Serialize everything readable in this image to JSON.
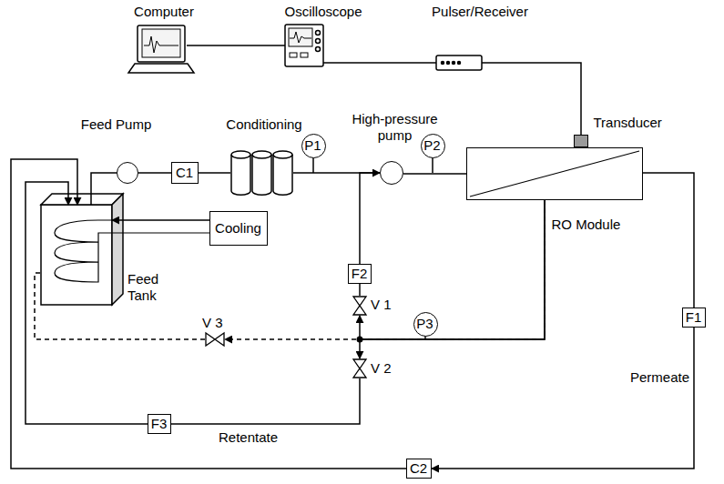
{
  "diagram": {
    "nodes": [
      {
        "text": [
          "Computer"
        ]
      },
      {
        "text": [
          "Oscilloscope"
        ]
      },
      {
        "text": [
          "Pulser/Receiver"
        ]
      },
      {
        "text": [
          "Feed Pump"
        ]
      },
      {
        "text": [
          "C1"
        ]
      },
      {
        "text": [
          "Conditioning"
        ]
      },
      {
        "text": [
          "P1"
        ]
      },
      {
        "text": [
          "High-pressure pump"
        ]
      },
      {
        "text": [
          "P2"
        ]
      },
      {
        "text": [
          "RO Module"
        ]
      },
      {
        "text": [
          "Transducer"
        ]
      },
      {
        "text": [
          "Cooling"
        ]
      },
      {
        "text": [
          "Feed Tank"
        ]
      },
      {
        "text": [
          "F2"
        ]
      },
      {
        "text": [
          "V 1"
        ]
      },
      {
        "text": [
          "P3"
        ]
      },
      {
        "text": [
          "V 3"
        ]
      },
      {
        "text": [
          "V 2"
        ]
      },
      {
        "text": [
          "F3"
        ]
      },
      {
        "text": [
          "F1"
        ]
      },
      {
        "text": [
          "C2"
        ]
      }
    ],
    "edges": [
      {
        "from": 0,
        "to": 1,
        "arrow": "none"
      },
      {
        "from": 1,
        "to": 2,
        "arrow": "none"
      },
      {
        "from": 2,
        "to": 10,
        "arrow": "none"
      },
      {
        "from": 12,
        "to": 3,
        "arrow": "none"
      },
      {
        "from": 3,
        "to": 4,
        "arrow": "none"
      },
      {
        "from": 4,
        "to": 5,
        "arrow": "none"
      },
      {
        "from": 5,
        "to": 7,
        "arrow": "none"
      },
      {
        "from": 7,
        "to": 9,
        "arrow": "none"
      },
      {
        "from": 9,
        "to": 14,
        "arrow": "to"
      },
      {
        "from": 9,
        "to": 17,
        "arrow": "to"
      },
      {
        "from": 9,
        "to": 16,
        "arrow": "to"
      },
      {
        "from": 14,
        "to": 13,
        "arrow": "none"
      },
      {
        "from": 13,
        "to": 7,
        "arrow": "to"
      },
      {
        "from": 17,
        "to": 18,
        "arrow": "none"
      },
      {
        "from": 18,
        "to": 12,
        "arrow": "to"
      },
      {
        "from": 16,
        "to": 12,
        "arrow": "none"
      },
      {
        "from": 9,
        "to": 19,
        "arrow": "none"
      },
      {
        "from": 19,
        "to": 20,
        "arrow": "to"
      },
      {
        "from": 20,
        "to": 12,
        "arrow": "to"
      },
      {
        "from": 11,
        "to": 12,
        "arrow": "to"
      }
    ],
    "labels": [
      "Permeate",
      "Retentate"
    ]
  }
}
